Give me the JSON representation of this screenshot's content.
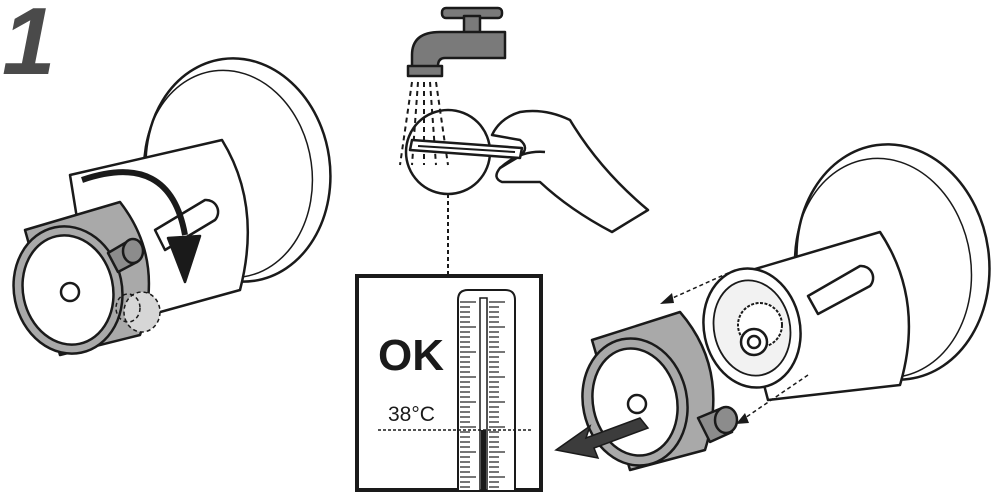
{
  "step": {
    "number": "1"
  },
  "thermometer_panel": {
    "status": "OK",
    "temperature": "38°C"
  },
  "icons": [
    "faucet-icon",
    "water-spray-icon",
    "hand-with-thermometer-icon",
    "thermostat-knob-icon",
    "rotation-arrow-icon",
    "pull-arrow-icon",
    "thermometer-icon"
  ],
  "colors": {
    "knob_gray": "#a9a9a9",
    "outline": "#1a1a1a",
    "faucet_gray": "#7a7a7a",
    "arrow_gray": "#3c3c3c"
  }
}
